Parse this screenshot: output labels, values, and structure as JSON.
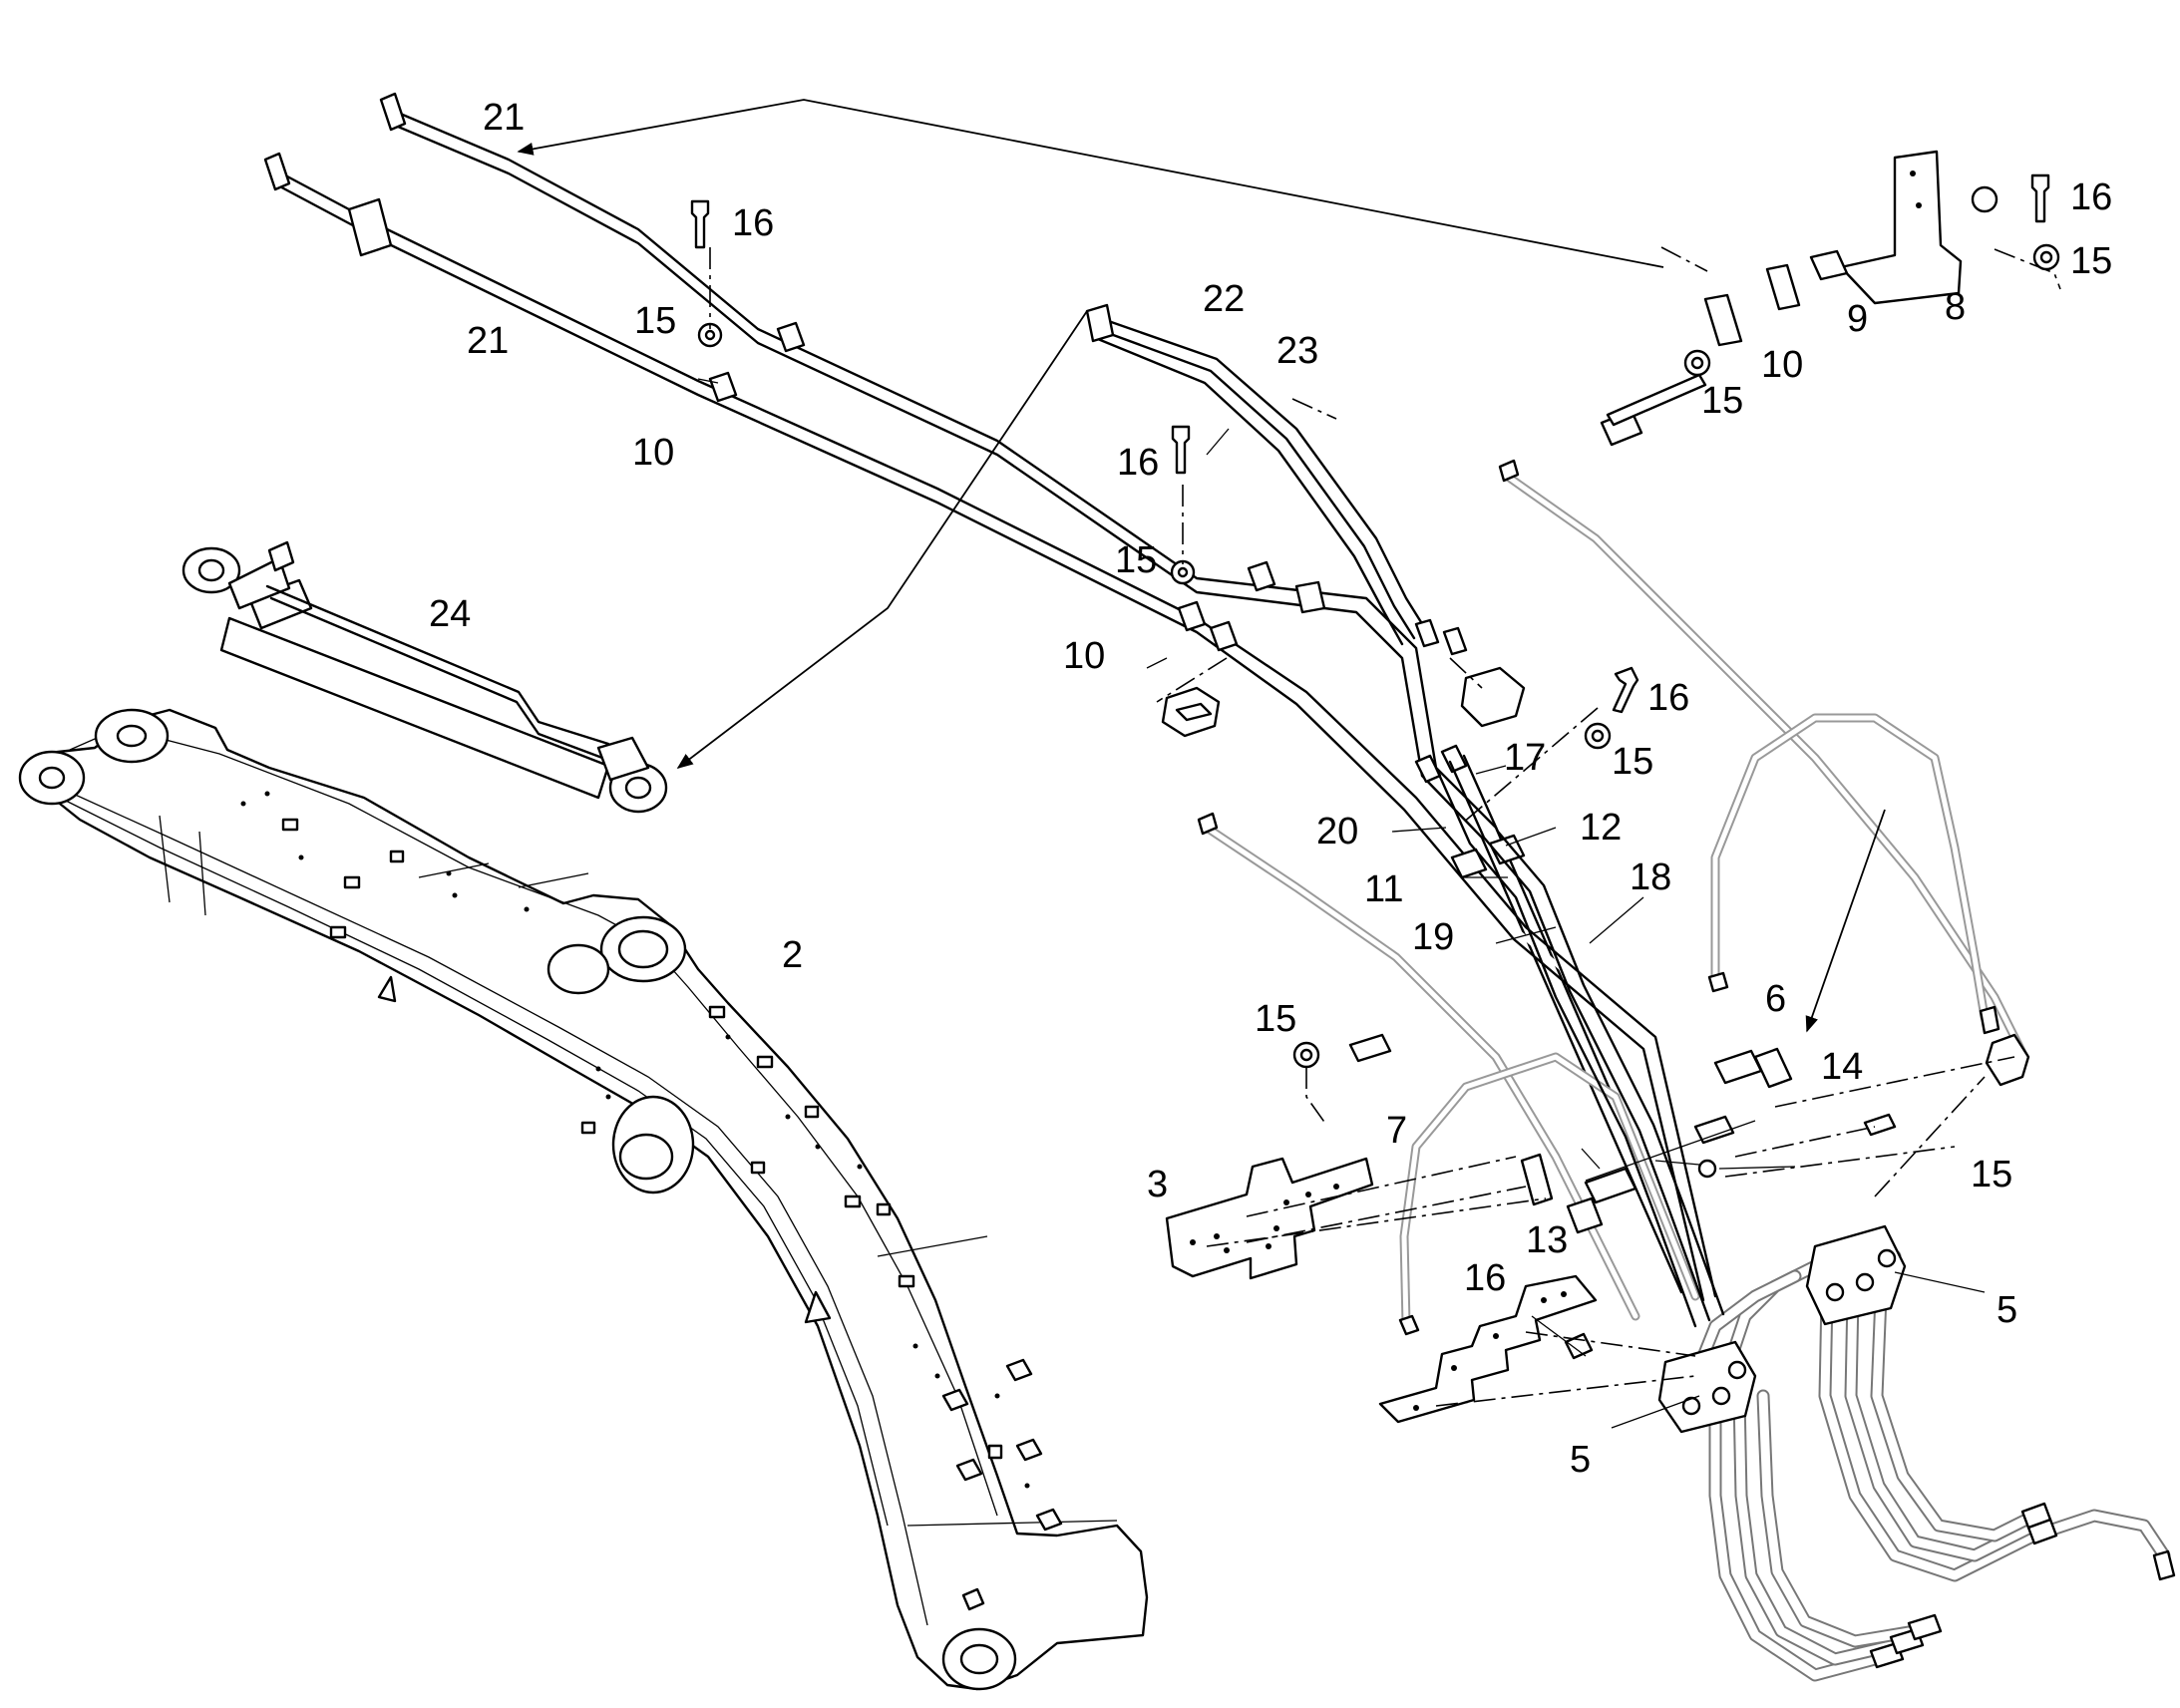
{
  "callouts": {
    "c2": "2",
    "c3": "3",
    "c5a": "5",
    "c5b": "5",
    "c6": "6",
    "c7": "7",
    "c8": "8",
    "c9": "9",
    "c10a": "10",
    "c10b": "10",
    "c10c": "10",
    "c11": "11",
    "c12": "12",
    "c13": "13",
    "c14": "14",
    "c15a": "15",
    "c15b": "15",
    "c15c": "15",
    "c15d": "15",
    "c15e": "15",
    "c15f": "15",
    "c15g": "15",
    "c16a": "16",
    "c16b": "16",
    "c16c": "16",
    "c16d": "16",
    "c16e": "16",
    "c17": "17",
    "c18": "18",
    "c19": "19",
    "c20": "20",
    "c21a": "21",
    "c21b": "21",
    "c22": "22",
    "c23": "23",
    "c24": "24"
  }
}
